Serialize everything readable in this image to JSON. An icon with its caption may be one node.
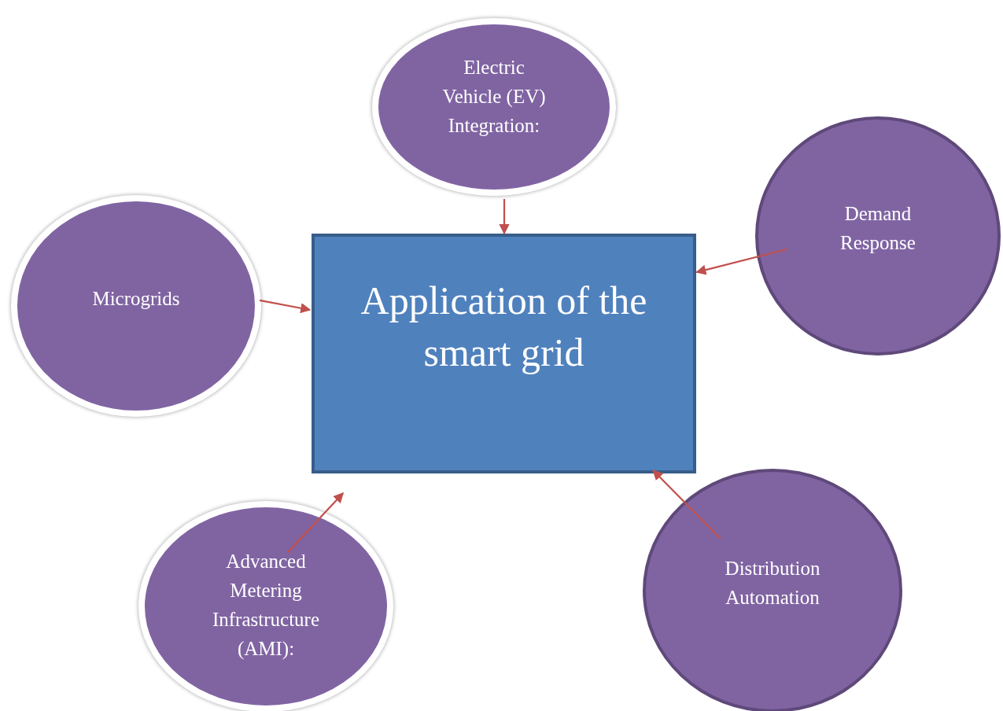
{
  "diagram": {
    "nodes": [
      {
        "text": [
          "Electric Vehicle (EV) Integration:"
        ]
      },
      {
        "text": [
          "Demand Response"
        ]
      },
      {
        "text": [
          "Microgrids"
        ]
      },
      {
        "text": [
          "Application of the smart grid"
        ]
      },
      {
        "text": [
          "Advanced Metering Infrastructure (AMI):"
        ]
      },
      {
        "text": [
          "Distribution Automation"
        ]
      }
    ],
    "edges": [
      {
        "from": 0,
        "to": 3,
        "arrow": "to"
      },
      {
        "from": 1,
        "to": 3,
        "arrow": "to"
      },
      {
        "from": 2,
        "to": 3,
        "arrow": "to"
      },
      {
        "from": 4,
        "to": 3,
        "arrow": "to"
      },
      {
        "from": 5,
        "to": 3,
        "arrow": "to"
      }
    ]
  }
}
